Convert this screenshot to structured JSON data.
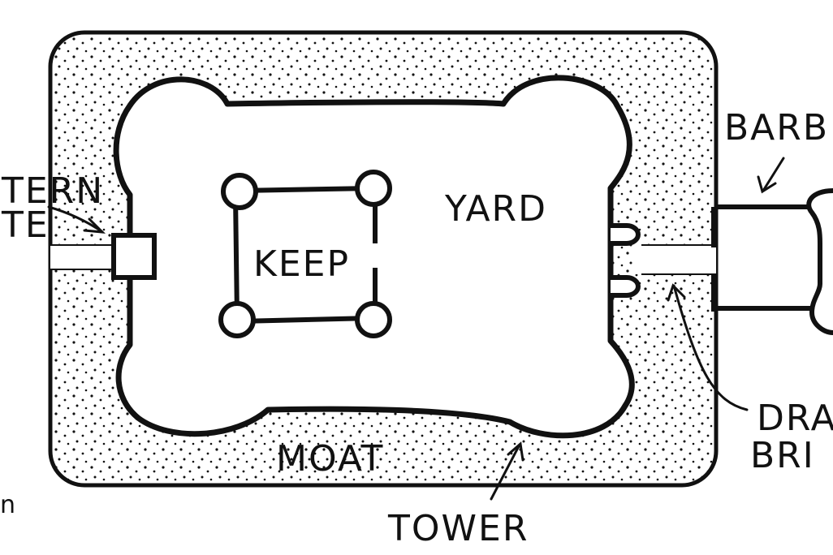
{
  "labels": {
    "postern_top": "TERN",
    "postern_bottom": "TE",
    "keep": "KEEP",
    "yard": "YARD",
    "moat": "MOAT",
    "tower": "TOWER",
    "barbican": "BARB",
    "drawbridge_top": "DRA",
    "drawbridge_bottom": "BRI",
    "edge_mark": "n"
  },
  "colors": {
    "ink": "#111111",
    "paper": "#ffffff"
  }
}
